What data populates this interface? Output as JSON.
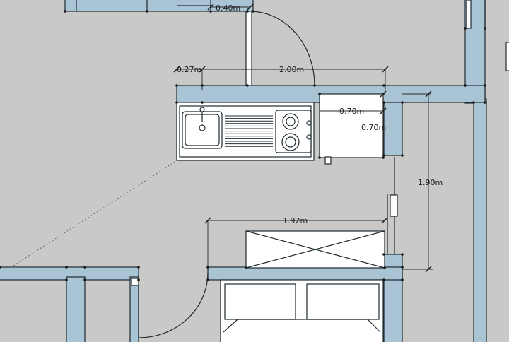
{
  "dimensions": {
    "top_opening": "0.40m",
    "counter_gap": "0.27m",
    "counter_length": "2.00m",
    "fridge_width": "0.70m",
    "fridge_depth": "0.70m",
    "right_wall_length": "1.90m",
    "cabinet_width": "1.92m"
  },
  "colors": {
    "background": "#c9c9c7",
    "wall_fill": "#a9c4d4",
    "line": "#1e2a30",
    "fixture": "#ffffff"
  },
  "icons": [
    "sink-icon",
    "stove-burner-icon",
    "door-swing-icon",
    "bed-icon"
  ]
}
